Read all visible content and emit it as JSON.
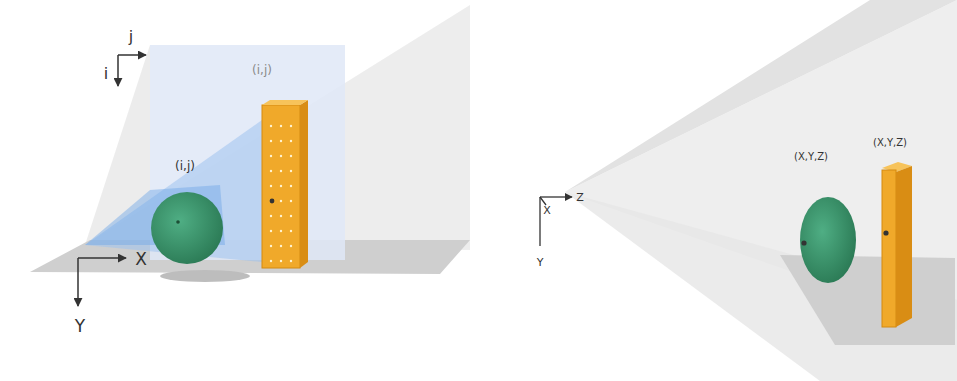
{
  "diagram": {
    "labels": [
      "j",
      "i",
      "(i,j)",
      "(i,j)",
      "X",
      "Y",
      "X",
      "Z",
      "Y",
      "(X,Y,Z)",
      "(X,Y,Z)"
    ]
  }
}
